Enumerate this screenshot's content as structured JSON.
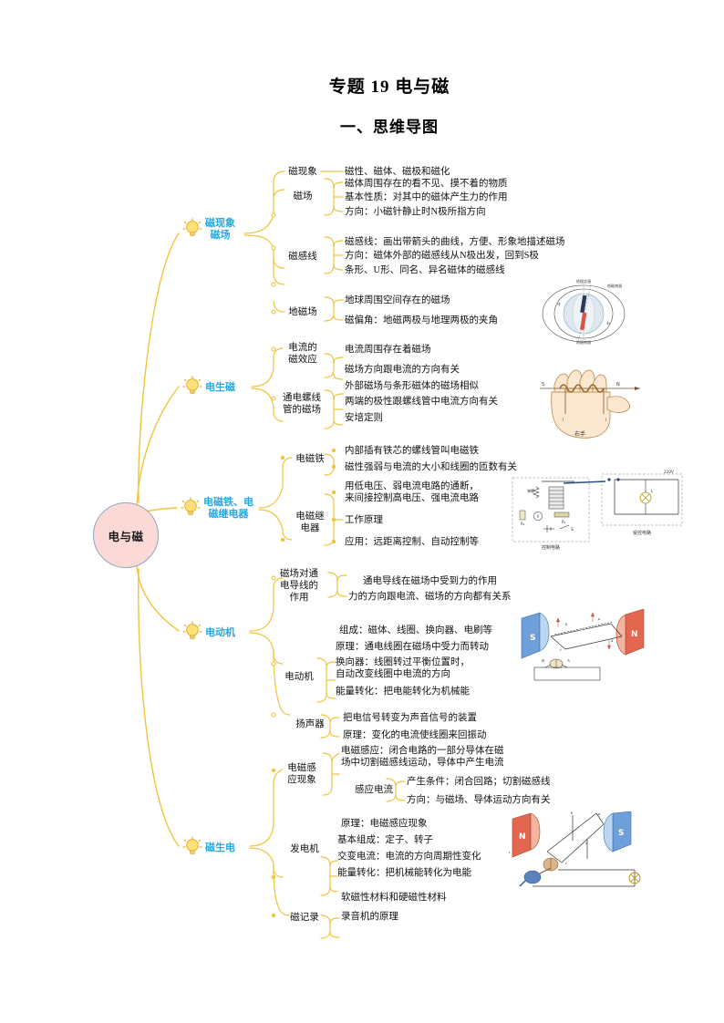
{
  "document": {
    "title": "专题 19   电与磁",
    "section_title": "一、思维导图"
  },
  "mindmap": {
    "center": "电与磁",
    "colors": {
      "branch_label": "#24a8e0",
      "line": "#f0c43c",
      "center_fill": "#fbd9d7",
      "center_border": "#8fa6bb",
      "text": "#111111"
    },
    "branches": [
      {
        "id": "magnetism",
        "label": "磁现象\n磁场",
        "label_lines": [
          "磁现象",
          "磁场"
        ],
        "children": [
          {
            "label": "磁现象",
            "leaves": [
              "磁性、磁体、磁极和磁化"
            ]
          },
          {
            "label": "磁场",
            "leaves": [
              "磁体周围存在的看不见、摸不着的物质",
              "基本性质：对其中的磁体产生力的作用",
              "方向：小磁针静止时N极所指方向"
            ]
          },
          {
            "label": "磁感线",
            "leaves": [
              "磁感线：画出带箭头的曲线，方便、形象地描述磁场",
              "方向：磁体外部的磁感线从N极出发，回到S极",
              "条形、U形、同名、异名磁体的磁感线"
            ]
          },
          {
            "label": "地磁场",
            "leaves": [
              "地球周围空间存在的磁场",
              "磁偏角：地磁两极与地理两极的夹角"
            ]
          }
        ]
      },
      {
        "id": "electricity-to-magnetism",
        "label": "电生磁",
        "label_lines": [
          "电生磁"
        ],
        "children": [
          {
            "label": "电流的\n磁效应",
            "label_lines": [
              "电流的",
              "磁效应"
            ],
            "leaves": [
              "电流周围存在着磁场",
              "磁场方向跟电流的方向有关"
            ]
          },
          {
            "label": "通电螺线\n管的磁场",
            "label_lines": [
              "通电螺线",
              "管的磁场"
            ],
            "leaves": [
              "外部磁场与条形磁体的磁场相似",
              "两端的极性跟螺线管中电流方向有关",
              "安培定则"
            ]
          }
        ]
      },
      {
        "id": "electromagnet-relay",
        "label": "电磁铁、电\n磁继电器",
        "label_lines": [
          "电磁铁、电",
          "磁继电器"
        ],
        "children": [
          {
            "label": "电磁铁",
            "leaves": [
              "内部插有铁芯的螺线管叫电磁铁",
              "磁性强弱与电流的大小和线圈的匝数有关"
            ]
          },
          {
            "label": "电磁继\n电器",
            "label_lines": [
              "电磁继",
              "电器"
            ],
            "leaves": [
              "用低电压、弱电流电路的通断，\n来间接控制高电压、强电流电路",
              "工作原理",
              "应用：远距离控制、自动控制等"
            ]
          }
        ]
      },
      {
        "id": "motor",
        "label": "电动机",
        "label_lines": [
          "电动机"
        ],
        "children": [
          {
            "label": "磁场对通\n电导线的\n作用",
            "label_lines": [
              "磁场对通",
              "电导线的",
              "作用"
            ],
            "leaves": [
              "通电导线在磁场中受到力的作用",
              "力的方向跟电流、磁场的方向都有关系"
            ]
          },
          {
            "label": "电动机",
            "leaves": [
              "组成：磁体、线圈、换向器、电刷等",
              "原理：通电线圈在磁场中受力而转动",
              "换向器：线圈转过平衡位置时，\n自动改变线圈中电流的方向",
              "能量转化：把电能转化为机械能"
            ]
          },
          {
            "label": "扬声器",
            "leaves": [
              "把电信号转变为声音信号的装置",
              "原理：变化的电流使线圈来回振动"
            ]
          }
        ]
      },
      {
        "id": "magnetism-to-electricity",
        "label": "磁生电",
        "label_lines": [
          "磁生电"
        ],
        "children": [
          {
            "label": "电磁感\n应现象",
            "label_lines": [
              "电磁感",
              "应现象"
            ],
            "leaves": [
              "电磁感应：闭合电路的一部分导体在磁\n场中切割磁感线运动，导体中产生电流",
              "感应电流"
            ],
            "sub": {
              "label": "感应电流",
              "leaves": [
                "产生条件：闭合回路；切割磁感线",
                "方向：与磁场、导体运动方向有关"
              ]
            }
          },
          {
            "label": "发电机",
            "leaves": [
              "原理：电磁感应现象",
              "基本组成：定子、转子",
              "交变电流：电流的方向周期性变化",
              "能量转化：把机械能转化为电能"
            ]
          },
          {
            "label": "磁记录",
            "leaves": [
              "软磁性材料和硬磁性材料",
              "录音机的原理"
            ]
          }
        ]
      }
    ]
  },
  "figures": [
    {
      "id": "earth-magnetic-field",
      "name": "地磁场示意图",
      "labels": [
        "地理北极",
        "地磁南极",
        "地磁北极",
        "地理南极"
      ]
    },
    {
      "id": "right-hand-rule",
      "name": "安培定则右手示意图",
      "labels": [
        "S",
        "N",
        "右手",
        "I"
      ]
    },
    {
      "id": "relay-circuit",
      "name": "电磁继电器电路图",
      "labels": [
        "弹簧",
        "220V",
        "控制电路",
        "受控电路",
        "R₁",
        "R₂",
        "S",
        "L"
      ]
    },
    {
      "id": "motor-diagram",
      "name": "电动机原理图",
      "labels": [
        "S",
        "N",
        "A",
        "B",
        "a",
        "b",
        "c",
        "d"
      ]
    },
    {
      "id": "generator-diagram",
      "name": "发电机原理图",
      "labels": [
        "N",
        "S",
        "a",
        "b",
        "c",
        "d"
      ]
    }
  ]
}
